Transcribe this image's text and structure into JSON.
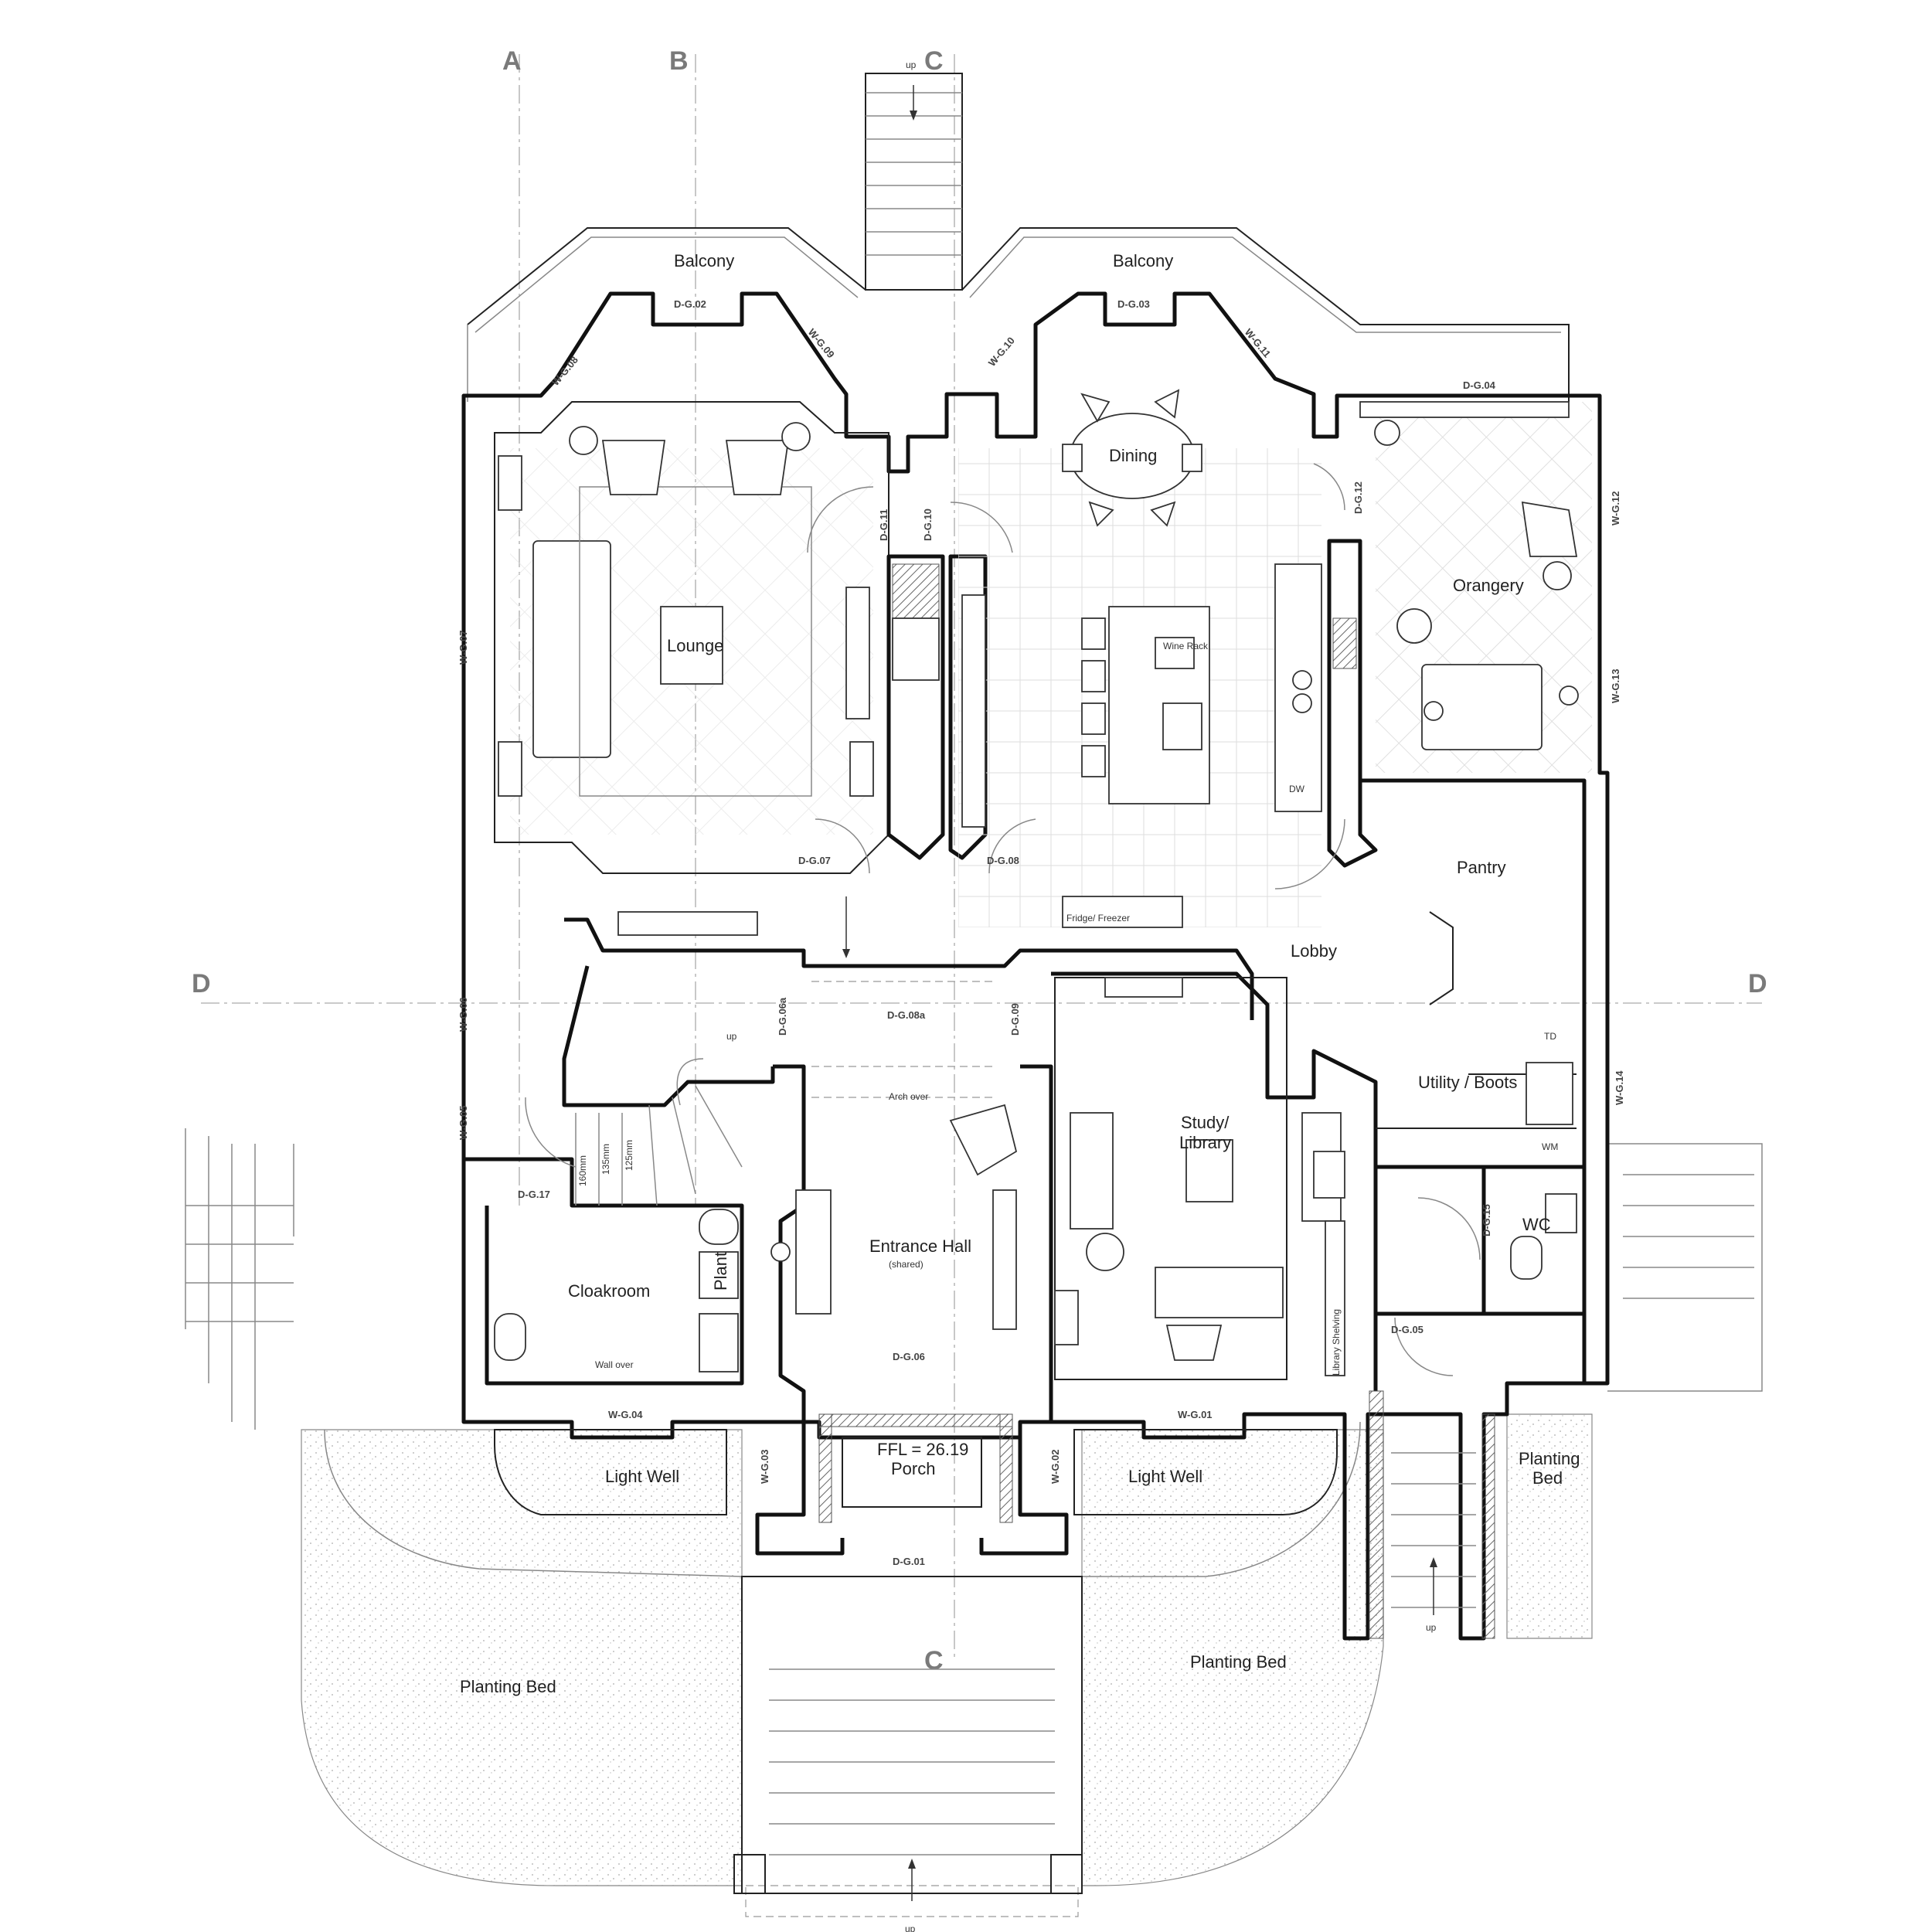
{
  "plan": {
    "grid_labels": [
      "A",
      "B",
      "C",
      "C",
      "D",
      "D"
    ],
    "rooms": {
      "balcony_left": "Balcony",
      "balcony_right": "Balcony",
      "dining": "Dining",
      "lounge": "Lounge",
      "orangery": "Orangery",
      "pantry": "Pantry",
      "lobby": "Lobby",
      "utility": "Utility / Boots",
      "wc": "WC",
      "study_line1": "Study/",
      "study_line2": "Library",
      "entrance_hall": "Entrance Hall",
      "entrance_sub": "(shared)",
      "cloakroom": "Cloakroom",
      "plant": "Plant",
      "porch": "Porch",
      "ffl": "FFL = 26.19",
      "light_well_left": "Light Well",
      "light_well_right": "Light Well",
      "planting_bed_left": "Planting Bed",
      "planting_bed_center": "Planting Bed",
      "planting_bed_right_1": "Planting",
      "planting_bed_right_2": "Bed"
    },
    "tags": {
      "dg01": "D-G.01",
      "dg02": "D-G.02",
      "dg03": "D-G.03",
      "dg04": "D-G.04",
      "dg05": "D-G.05",
      "dg06": "D-G.06",
      "dg06a": "D-G.06a",
      "dg07": "D-G.07",
      "dg08": "D-G.08",
      "dg08a": "D-G.08a",
      "dg09": "D-G.09",
      "dg10": "D-G.10",
      "dg11": "D-G.11",
      "dg12": "D-G.12",
      "dg15": "D-G.15",
      "dg17": "D-G.17",
      "wg01": "W-G.01",
      "wg02": "W-G.02",
      "wg03": "W-G.03",
      "wg04": "W-G.04",
      "wg05": "W-G.05",
      "wg06": "W-G.06",
      "wg07": "W-G.07",
      "wg08": "W-G.08",
      "wg09": "W-G.09",
      "wg10": "W-G.10",
      "wg11": "W-G.11",
      "wg12": "W-G.12",
      "wg13": "W-G.13",
      "wg14": "W-G.14"
    },
    "notes": {
      "up_top": "up",
      "up_stair": "up",
      "up_side": "up",
      "up_bottom": "up",
      "arch_over": "Arch over",
      "wine_rack": "Wine Rack",
      "fridge": "Fridge/ Freezer",
      "dw": "DW",
      "td": "TD",
      "wm": "WM",
      "library_shelving": "Library Shelving",
      "wall_over": "Wall over",
      "riser_1": "160mm",
      "riser_2": "135mm",
      "riser_3": "125mm"
    }
  }
}
